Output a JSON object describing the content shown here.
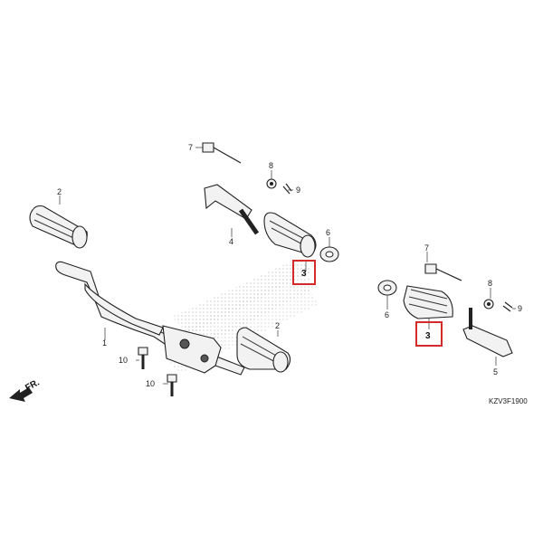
{
  "diagram": {
    "catalog_code": "KZV3F1900",
    "direction_label": "FR.",
    "callouts": {
      "c1": "1",
      "c2_left": "2",
      "c2_mid": "2",
      "c3_top": "3",
      "c3_right": "3",
      "c4": "4",
      "c5": "5",
      "c6_top": "6",
      "c6_right": "6",
      "c7_top": "7",
      "c7_right": "7",
      "c8_top": "8",
      "c8_right": "8",
      "c9_top": "9",
      "c9_right": "9",
      "c10_a": "10",
      "c10_b": "10"
    },
    "highlight_color": "#d42a2a"
  }
}
